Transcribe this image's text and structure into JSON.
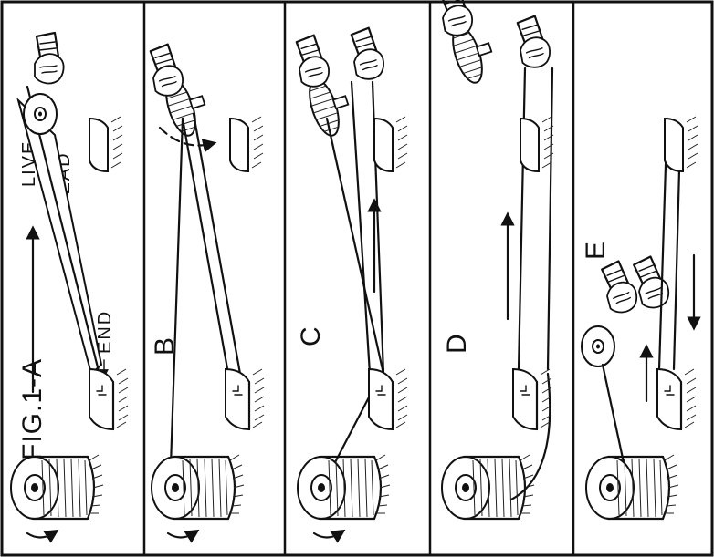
{
  "figure": {
    "title": "FIG.1-A",
    "panels": [
      {
        "id": "A",
        "label": ""
      },
      {
        "id": "B",
        "label": "B"
      },
      {
        "id": "C",
        "label": "C"
      },
      {
        "id": "D",
        "label": "D"
      },
      {
        "id": "E",
        "label": "E"
      }
    ],
    "annotations": {
      "live": "LIVE",
      "dead": "DEAD",
      "end": "END"
    }
  }
}
